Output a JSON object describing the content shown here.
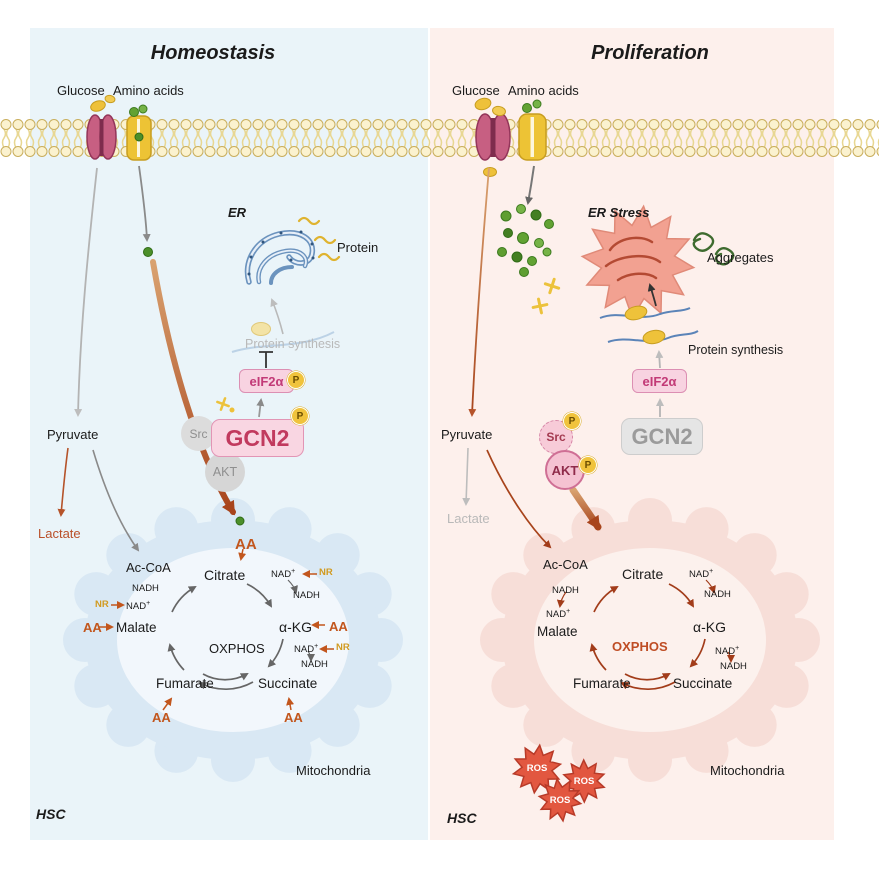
{
  "left": {
    "title": "Homeostasis",
    "glucose": "Glucose",
    "amino_acids": "Amino acids",
    "er": "ER",
    "protein": "Protein",
    "protein_synthesis": "Protein synthesis",
    "eif2a": "eIF2α",
    "gcn2": "GCN2",
    "src": "Src",
    "akt": "AKT",
    "pyruvate": "Pyruvate",
    "lactate": "Lactate",
    "mitochondria": "Mitochondria",
    "hsc": "HSC"
  },
  "right": {
    "title": "Proliferation",
    "glucose": "Glucose",
    "amino_acids": "Amino acids",
    "er_stress": "ER Stress",
    "aggregates": "Aggregates",
    "protein_synthesis": "Protein synthesis",
    "eif2a": "eIF2α",
    "gcn2": "GCN2",
    "src": "Src",
    "akt": "AKT",
    "pyruvate": "Pyruvate",
    "lactate": "Lactate",
    "ros": "ROS",
    "mitochondria": "Mitochondria",
    "hsc": "HSC"
  },
  "tca": {
    "accoa": "Ac-CoA",
    "citrate": "Citrate",
    "akg": "α-KG",
    "succinate": "Succinate",
    "fumarate": "Fumarate",
    "malate": "Malate",
    "oxphos": "OXPHOS",
    "nad": "NAD",
    "plus": "+",
    "nadh": "NADH",
    "nr": "NR",
    "aa": "AA"
  },
  "badge_p": "P",
  "colors": {
    "panel_left": "#eaf4f9",
    "panel_right": "#fdf0ec",
    "accent_orange": "#c2561d",
    "accent_gold": "#d19a1f",
    "tca_red": "#a23c1a",
    "ros_red": "#e25740",
    "gcn2_pink": "#c13a5e"
  }
}
